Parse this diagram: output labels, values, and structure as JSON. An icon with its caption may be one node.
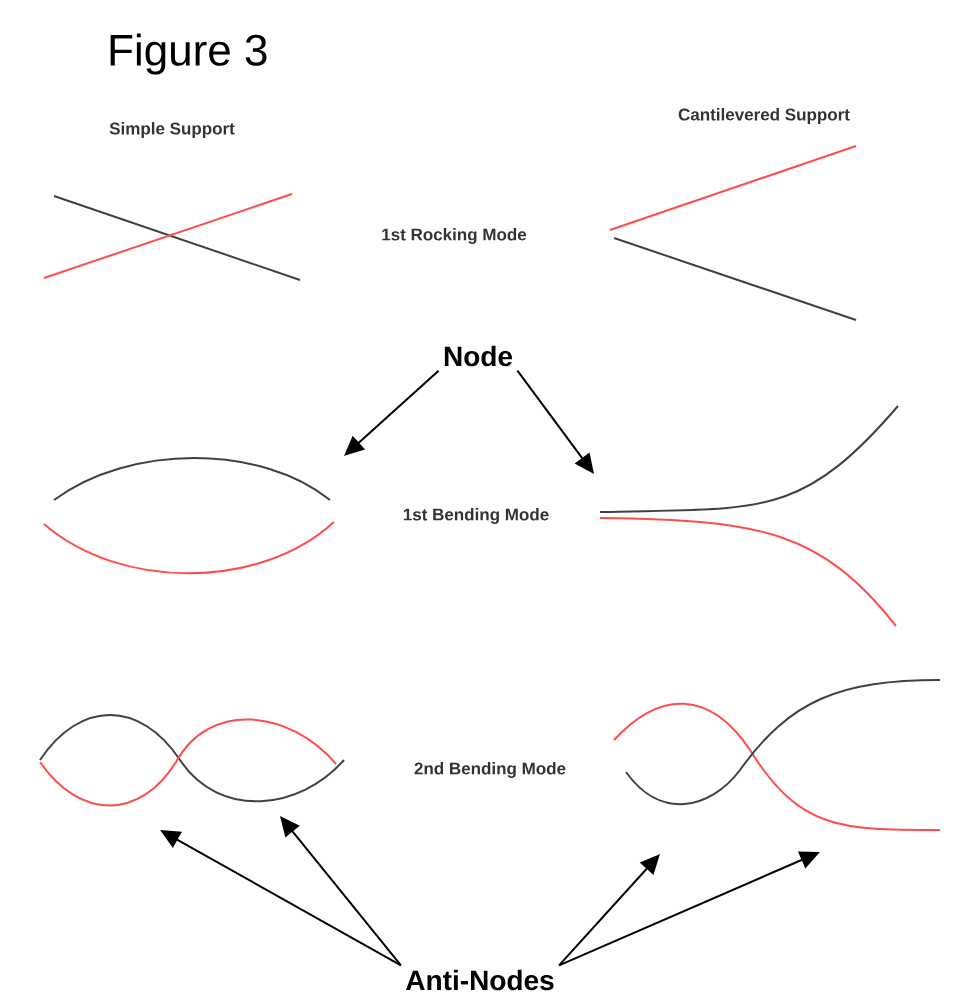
{
  "diagram": {
    "title": "Figure 3",
    "nodes": [
      {
        "text": [
          "Node"
        ]
      },
      {
        "text": [
          "Anti-Nodes"
        ]
      }
    ],
    "edges": [
      {
        "from": 0,
        "to": null,
        "arrow": "to"
      },
      {
        "from": 0,
        "to": null,
        "arrow": "to"
      },
      {
        "from": 1,
        "to": null,
        "arrow": "to"
      },
      {
        "from": 1,
        "to": null,
        "arrow": "to"
      },
      {
        "from": 1,
        "to": null,
        "arrow": "to"
      },
      {
        "from": 1,
        "to": null,
        "arrow": "to"
      }
    ],
    "labels": [
      "Simple Support",
      "Cantilevered Support",
      "1st Rocking Mode",
      "1st Bending Mode",
      "2nd Bending Mode"
    ]
  }
}
